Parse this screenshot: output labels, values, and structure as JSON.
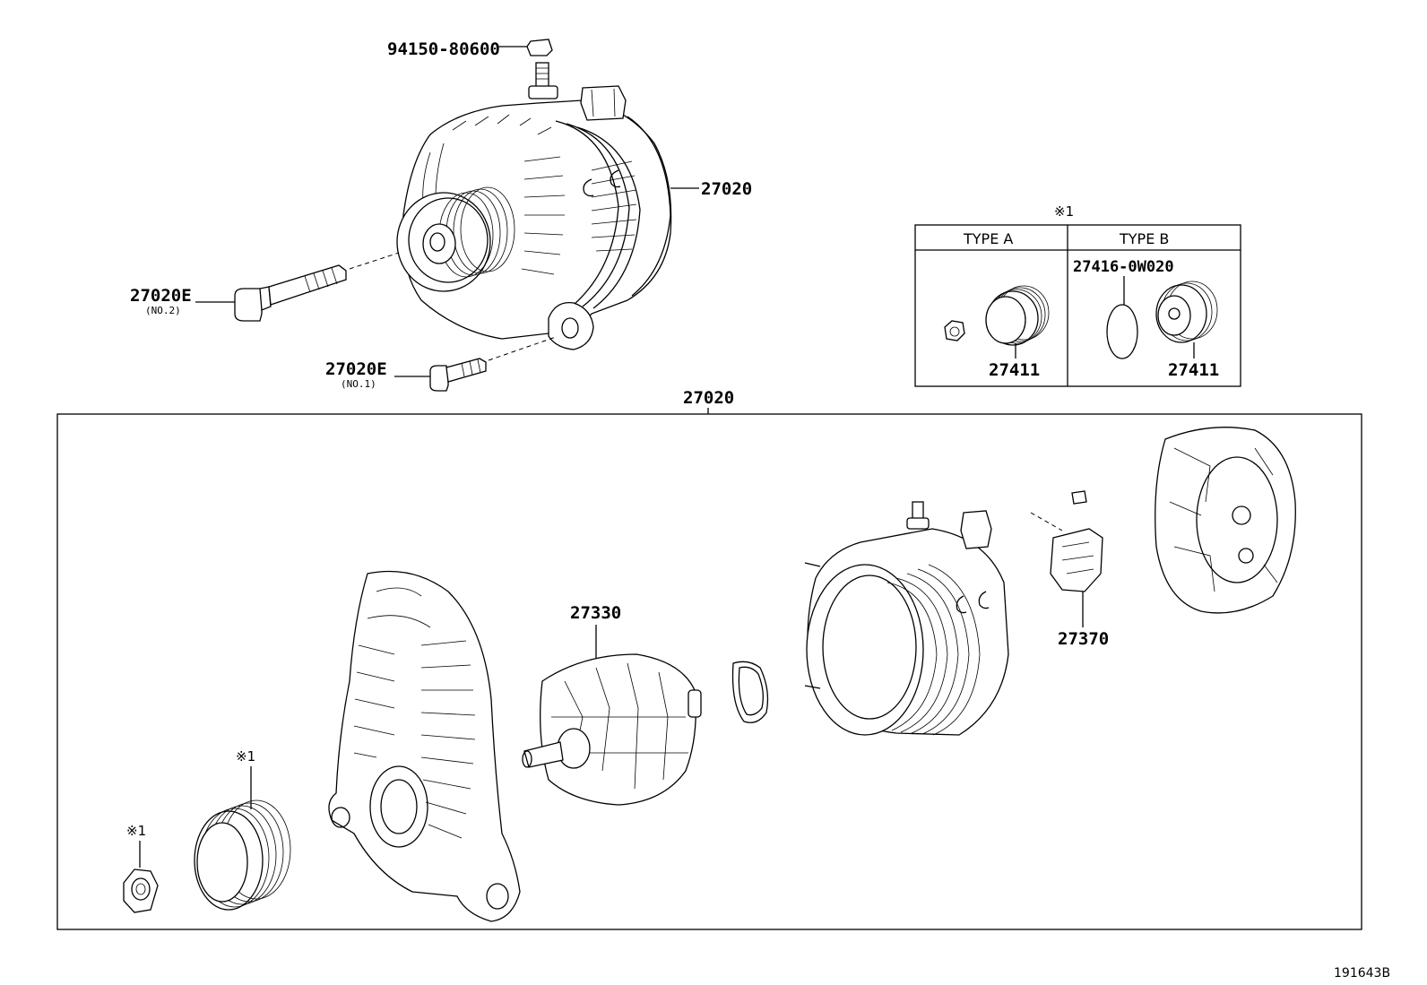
{
  "labels": {
    "bolt_top": "94150-80600",
    "alternator_assy": "27020",
    "bolt_no2": "27020E",
    "bolt_no2_sub": "(NO.2)",
    "bolt_no1": "27020E",
    "bolt_no1_sub": "(NO.1)",
    "exploded_group": "27020",
    "rotor": "27330",
    "regulator": "27370",
    "pulley_mark": "※1",
    "nut_mark": "※1",
    "figure_ref": "191643B"
  },
  "type_table": {
    "mark": "※1",
    "col_a_header": "TYPE A",
    "col_b_header": "TYPE B",
    "col_a_pulley": "27411",
    "col_b_cap": "27416-0W020",
    "col_b_pulley": "27411"
  }
}
